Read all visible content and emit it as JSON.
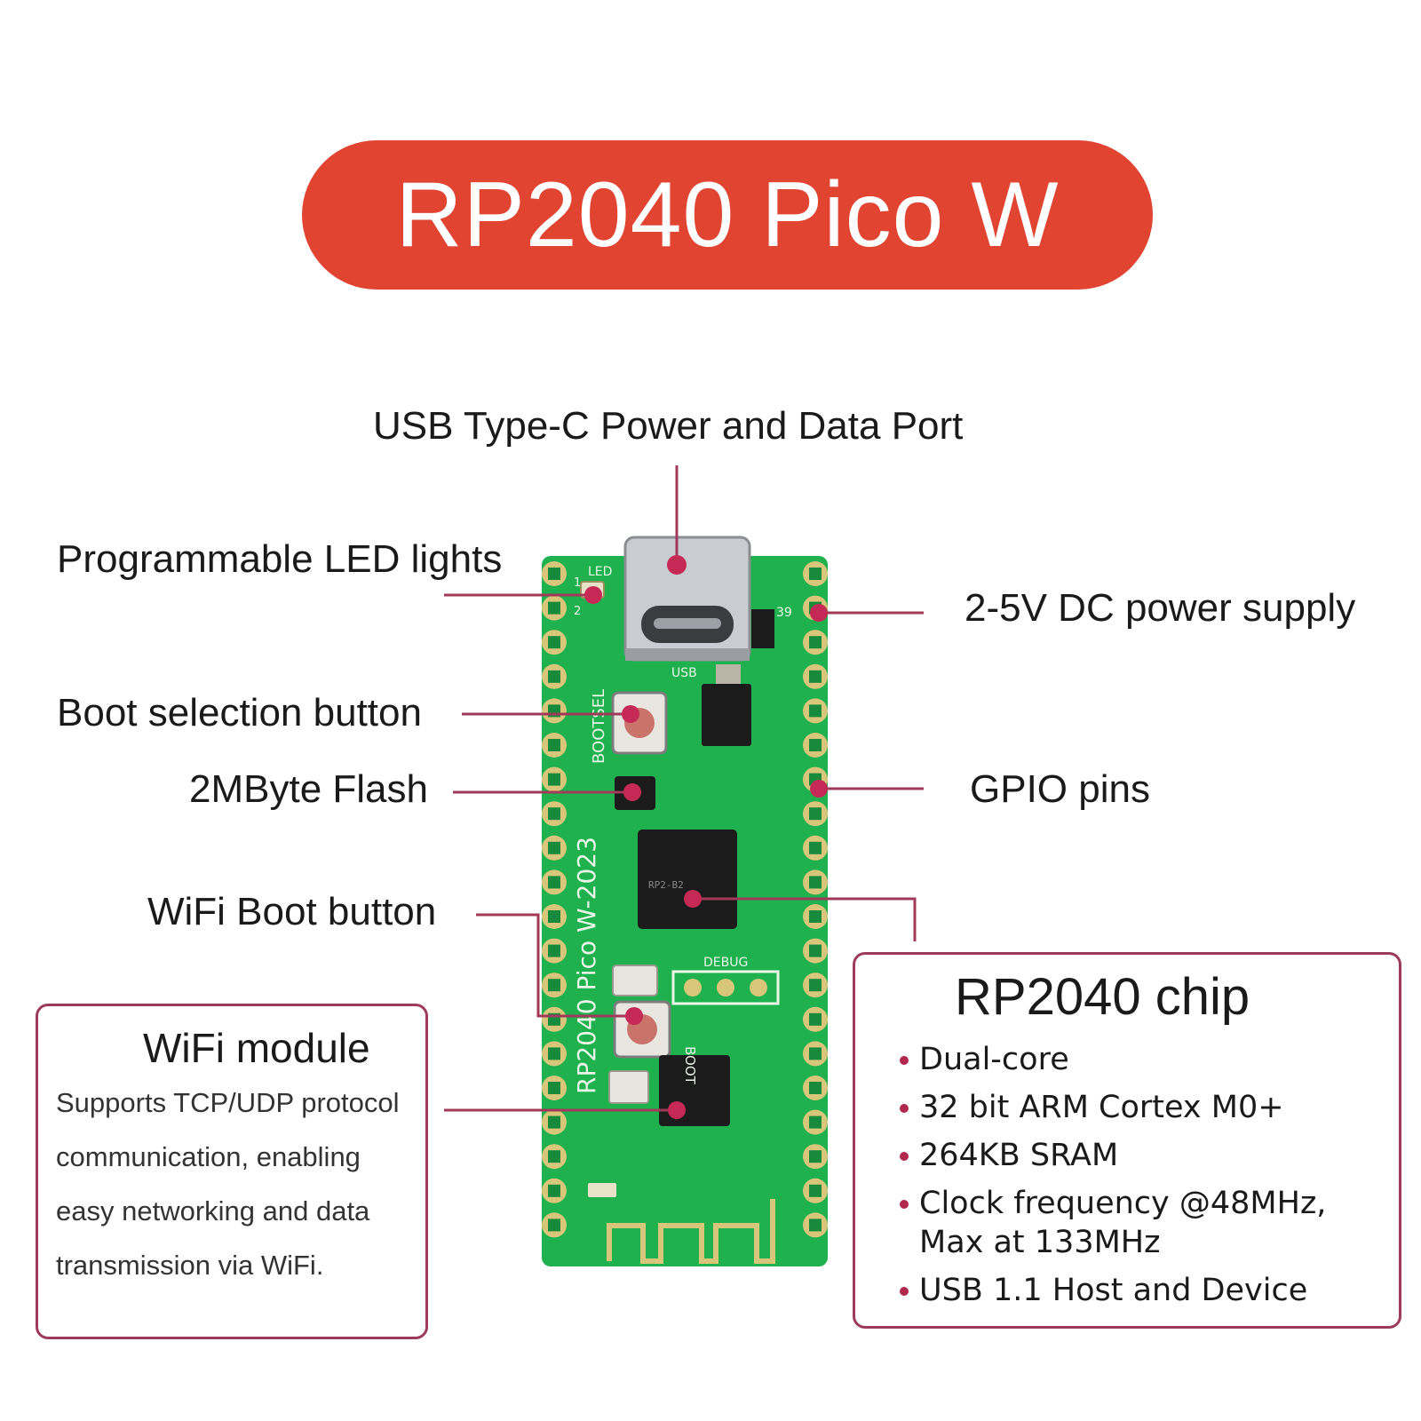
{
  "colors": {
    "title_pill": "#e24432",
    "callout_line": "#a2385a",
    "callout_dot": "#c42a55",
    "box_border": "#9c3c5a",
    "pcb_green": "#20b14f",
    "pcb_dark": "#178a3c",
    "pad_gold": "#d8c67a",
    "chip_black": "#1b1b1b"
  },
  "title": "RP2040 Pico W",
  "labels": {
    "usb_port": "USB Type-C Power and Data Port",
    "led": "Programmable LED lights",
    "power": "2-5V DC power supply",
    "bootsel": "Boot selection button",
    "flash": "2MByte Flash",
    "gpio": "GPIO pins",
    "wifi_boot": "WiFi Boot button"
  },
  "board": {
    "silkscreen_led": "LED",
    "silkscreen_usb": "USB",
    "silkscreen_bootsel": "BOOTSEL",
    "silkscreen_name": "RP2040 Pico W-2023",
    "silkscreen_debug": "DEBUG",
    "silkscreen_boot": "BOOT",
    "pin_1": "1",
    "pin_2": "2",
    "pin_39": "39",
    "chip_marking": "RP2-B2"
  },
  "wifi_module": {
    "title": "WiFi module",
    "description": "Supports TCP/UDP protocol communication, enabling easy networking and data transmission via WiFi."
  },
  "rp2040_chip": {
    "title": "RP2040 chip",
    "features": [
      "Dual-core",
      "32 bit ARM Cortex M0+",
      "264KB  SRAM",
      "Clock frequency @48MHz, Max at 133MHz",
      "USB 1.1 Host and Device"
    ]
  }
}
